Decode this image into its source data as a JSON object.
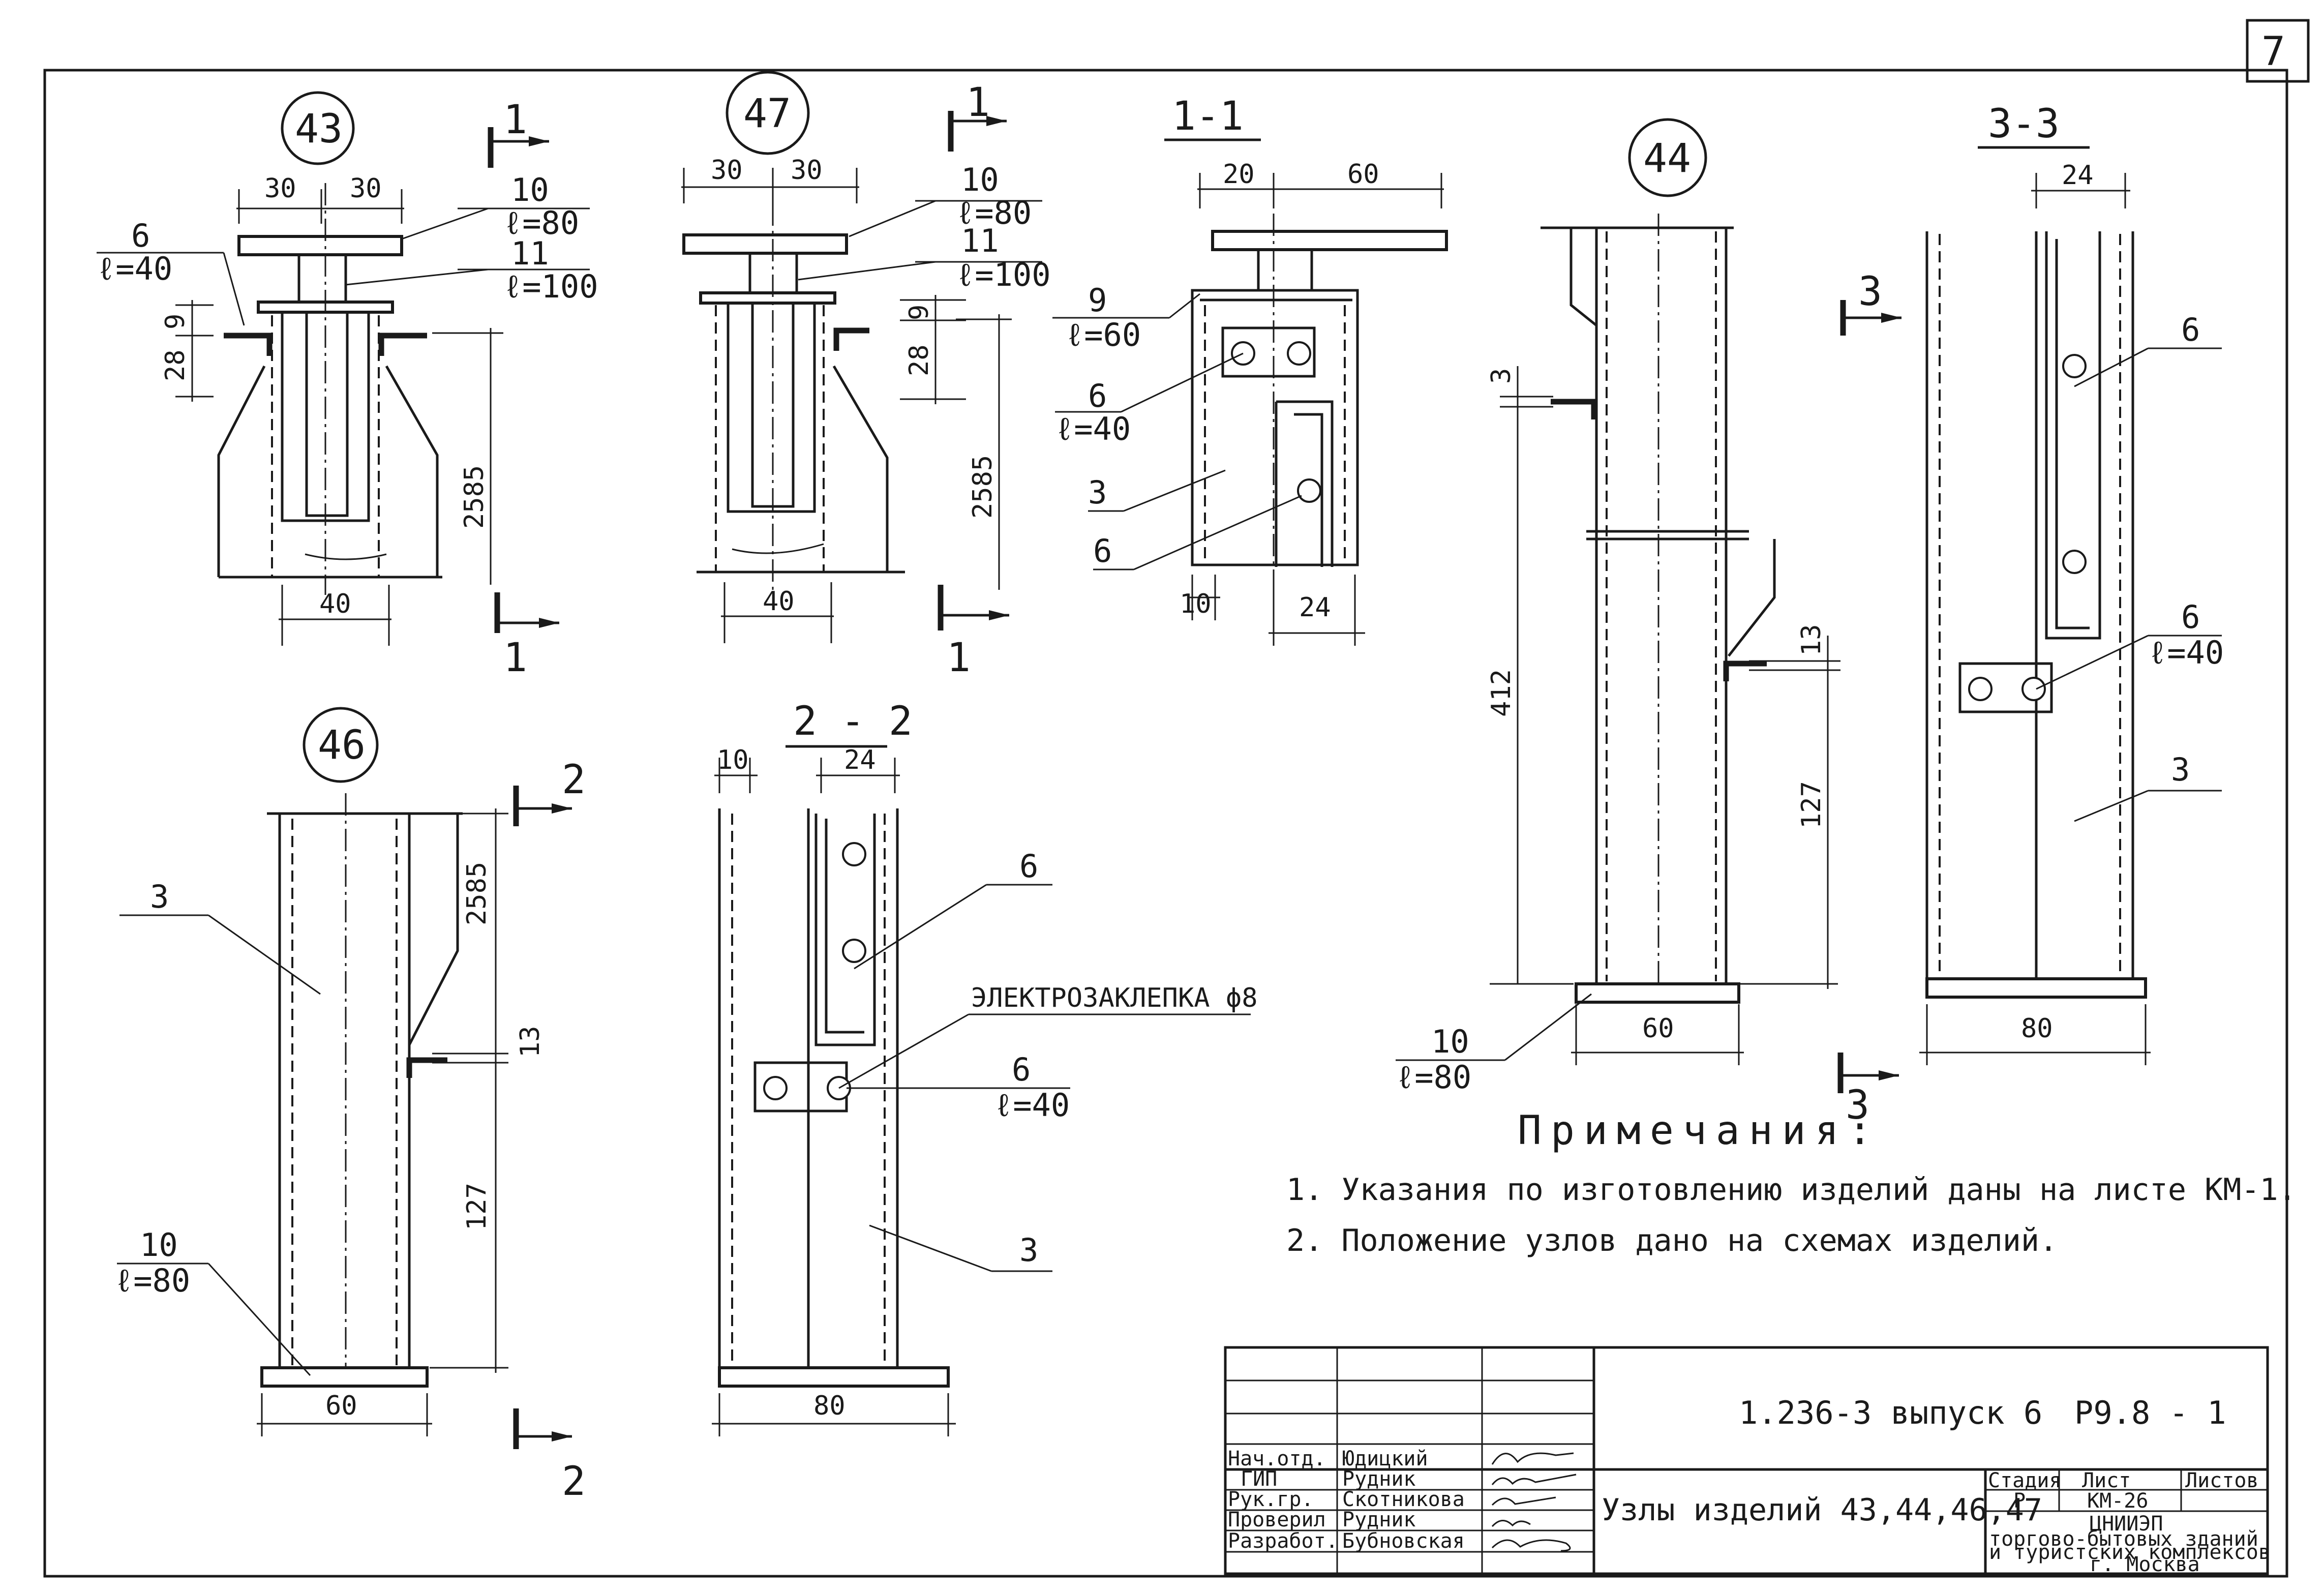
{
  "sheet": {
    "page_number": "7"
  },
  "views": {
    "node43": {
      "label": "43",
      "dims": [
        "30",
        "30",
        "40",
        "9",
        "28",
        "2585"
      ],
      "callouts": [
        {
          "pos": "10",
          "len": "ℓ=80"
        },
        {
          "pos": "11",
          "len": "ℓ=100"
        },
        {
          "pos": "6",
          "len": "ℓ=40"
        }
      ],
      "section_mark": "1"
    },
    "node47": {
      "label": "47",
      "dims": [
        "30",
        "30",
        "40",
        "9",
        "28",
        "2585"
      ],
      "callouts": [
        {
          "pos": "10",
          "len": "ℓ=80"
        },
        {
          "pos": "11",
          "len": "ℓ=100"
        }
      ],
      "section_mark": "1"
    },
    "section11": {
      "title": "1-1",
      "dims": [
        "20",
        "60",
        "10",
        "24"
      ],
      "callouts": [
        {
          "pos": "9",
          "len": "ℓ=60"
        },
        {
          "pos": "6",
          "len": "ℓ=40"
        },
        {
          "pos": "3",
          "len": ""
        },
        {
          "pos": "6",
          "len": ""
        }
      ]
    },
    "node44": {
      "label": "44",
      "dims": [
        "3",
        "412",
        "13",
        "127",
        "60"
      ],
      "callouts": [
        {
          "pos": "10",
          "len": "ℓ=80"
        }
      ],
      "section_mark": "3"
    },
    "section33": {
      "title": "3-3",
      "dims": [
        "24",
        "80"
      ],
      "callouts": [
        {
          "pos": "6",
          "len": ""
        },
        {
          "pos": "6",
          "len": "ℓ=40"
        },
        {
          "pos": "3",
          "len": ""
        }
      ]
    },
    "node46": {
      "label": "46",
      "dims": [
        "2585",
        "13",
        "127",
        "60"
      ],
      "callouts": [
        {
          "pos": "3",
          "len": ""
        },
        {
          "pos": "10",
          "len": "ℓ=80"
        }
      ],
      "section_mark": "2"
    },
    "section22": {
      "title": "2 - 2",
      "dims": [
        "10",
        "24",
        "80"
      ],
      "weld_note": "ЭЛЕКТРОЗАКЛЕПКА ϕ8",
      "callouts": [
        {
          "pos": "6",
          "len": ""
        },
        {
          "pos": "6",
          "len": "ℓ=40"
        },
        {
          "pos": "3",
          "len": ""
        }
      ]
    }
  },
  "notes": {
    "title": "Примечания:",
    "items": [
      "1. Указания по изготовлению изделий даны на листе КМ-1.",
      "2. Положение узлов дано на схемах изделий."
    ]
  },
  "title_block": {
    "document_code": "1.236-3   выпуск 6",
    "sheet_code": "Р9.8 - 1",
    "drawing_title": "Узлы изделий 43,44,46,47",
    "stage_label": "Стадия",
    "sheet_label": "Лист",
    "sheets_label": "Листов",
    "stage_value": "Р",
    "sheet_value": "КМ-26",
    "organization": [
      "ЦНИИЭП",
      "торгово-бытовых зданий",
      "и туристских комплексов",
      "г. Москва"
    ],
    "roles": [
      {
        "role": "Нач.отд.",
        "name": "Юдицкий"
      },
      {
        "role": "ГИП",
        "name": "Рудник"
      },
      {
        "role": "Рук.гр.",
        "name": "Скотникова"
      },
      {
        "role": "Проверил",
        "name": "Рудник"
      },
      {
        "role": "Разработ.",
        "name": "Бубновская"
      }
    ]
  }
}
